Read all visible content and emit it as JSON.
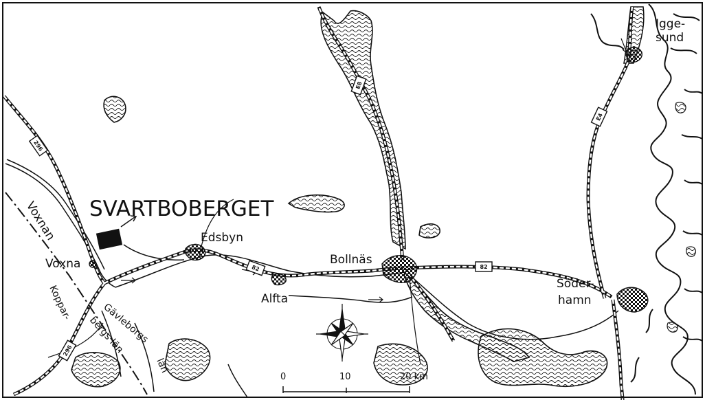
{
  "map": {
    "title": "SVARTBOBERGET",
    "places": {
      "edsbyn": "Edsbyn",
      "bollnas": "Bollnäs",
      "alfta": "Alfta",
      "voxna": "Voxna",
      "soderhamn_1": "Söder-",
      "soderhamn_2": "hamn",
      "iggesund_1": "Igge-",
      "iggesund_2": "sund"
    },
    "rivers": {
      "voxnan": "Voxnan"
    },
    "counties": {
      "kopparbergs_1": "Koppar-",
      "kopparbergs_2": "bergs län",
      "gavleborgs_1": "Gävleborgs",
      "gavleborgs_2": "län"
    },
    "roads": {
      "r82": "82",
      "e4": "E4",
      "e8": "E8",
      "r296": "296"
    },
    "scale": {
      "t0": "0",
      "t10": "10",
      "t20": "20 km"
    },
    "colors": {
      "ink": "#111111",
      "paper": "#ffffff"
    },
    "icons": [
      "compass-rose-icon",
      "site-marker-icon"
    ]
  }
}
